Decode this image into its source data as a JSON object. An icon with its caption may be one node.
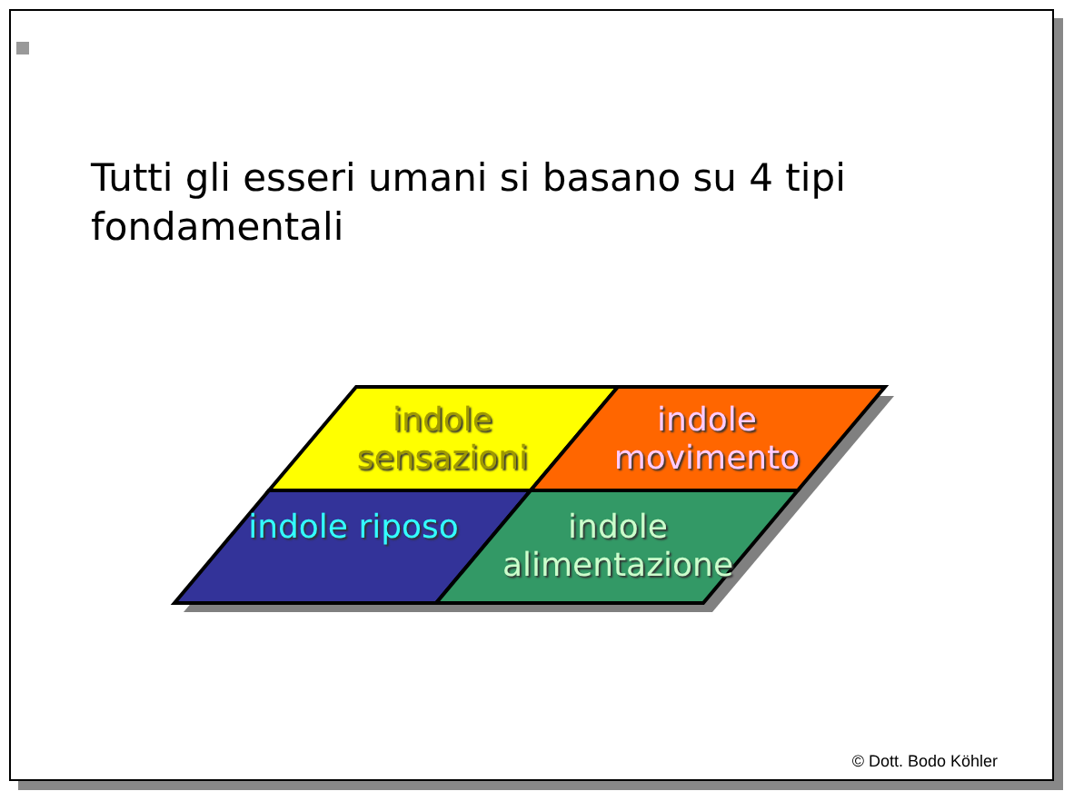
{
  "diagram": {
    "nodes": [
      {
        "text": [
          "indole sensazioni"
        ]
      },
      {
        "text": [
          "indole movimento"
        ]
      },
      {
        "text": [
          "indole riposo"
        ]
      },
      {
        "text": [
          "indole alimentazione"
        ]
      }
    ],
    "labels": [
      "Tutti gli esseri umani si basano su 4 tipi fondamentali",
      "© Dott. Bodo Köhler"
    ]
  }
}
